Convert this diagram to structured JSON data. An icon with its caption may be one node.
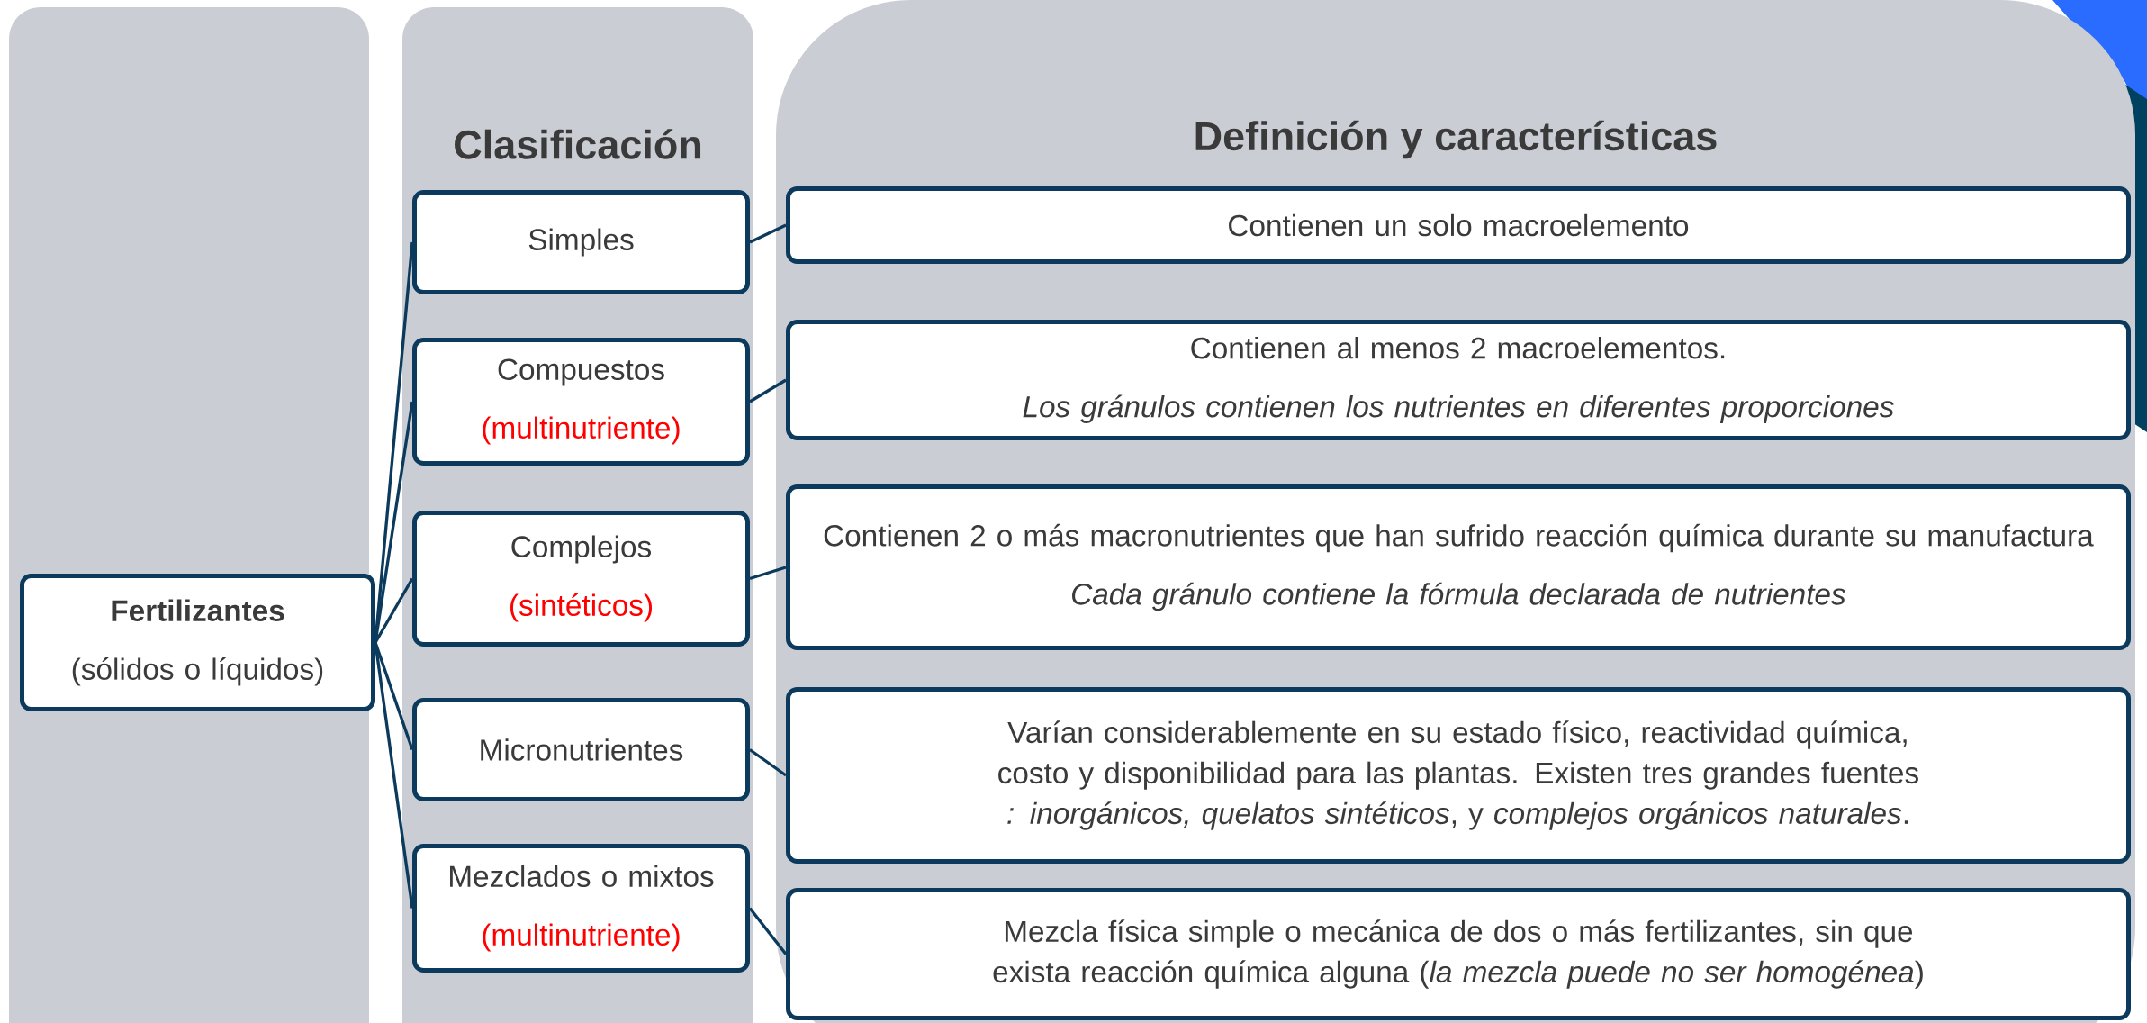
{
  "diagram": {
    "nodes": [
      {
        "text": [],
        "shape": "box"
      },
      {
        "text": [
          "Fertilizantes",
          "(sólidos o líquidos)"
        ],
        "in": 0
      },
      {
        "text": [
          "Clasificación"
        ]
      },
      {
        "text": [
          "Simples"
        ],
        "in": 2
      },
      {
        "text": [
          "Compuestos",
          "(multinutriente)"
        ],
        "in": 2
      },
      {
        "text": [
          "Complejos",
          "(sintéticos)"
        ],
        "in": 2
      },
      {
        "text": [
          "Micronutrientes"
        ],
        "in": 2
      },
      {
        "text": [
          "Mezclados o mixtos",
          "(multinutriente)"
        ],
        "in": 2
      },
      {
        "text": [
          "Definición y características"
        ]
      },
      {
        "text": [
          "Contienen un solo macroelemento"
        ],
        "in": 8
      },
      {
        "text": [
          "Contienen al menos 2 macroelementos.",
          "Los gránulos contienen los nutrientes en diferentes proporciones"
        ],
        "in": 8
      },
      {
        "text": [
          "Contienen 2 o más macronutrientes que han sufrido reacción química durante su manufactura",
          "Cada gránulo contiene la fórmula declarada de nutrientes"
        ],
        "in": 8
      },
      {
        "text": [
          "Varían considerablemente en su estado físico, reactividad química, costo y disponibilidad para las plantas. Existen tres grandes fuentes *: inorgánicos, quelatos sintéticos*, y *complejos orgánicos naturales*."
        ],
        "in": 8
      },
      {
        "text": [
          "Mezcla física simple o mecánica de dos o más fertilizantes, sin que exista reacción química alguna (*la mezcla puede no ser homogénea*)"
        ],
        "in": 8
      }
    ],
    "edges": [
      {
        "from": 1,
        "to": 3,
        "arrow": "none"
      },
      {
        "from": 1,
        "to": 4,
        "arrow": "none"
      },
      {
        "from": 1,
        "to": 5,
        "arrow": "none"
      },
      {
        "from": 1,
        "to": 6,
        "arrow": "none"
      },
      {
        "from": 1,
        "to": 7,
        "arrow": "none"
      },
      {
        "from": 3,
        "to": 9,
        "arrow": "none"
      },
      {
        "from": 4,
        "to": 10,
        "arrow": "none"
      },
      {
        "from": 5,
        "to": 11,
        "arrow": "none"
      },
      {
        "from": 6,
        "to": 12,
        "arrow": "none"
      },
      {
        "from": 7,
        "to": 13,
        "arrow": "none"
      }
    ]
  }
}
